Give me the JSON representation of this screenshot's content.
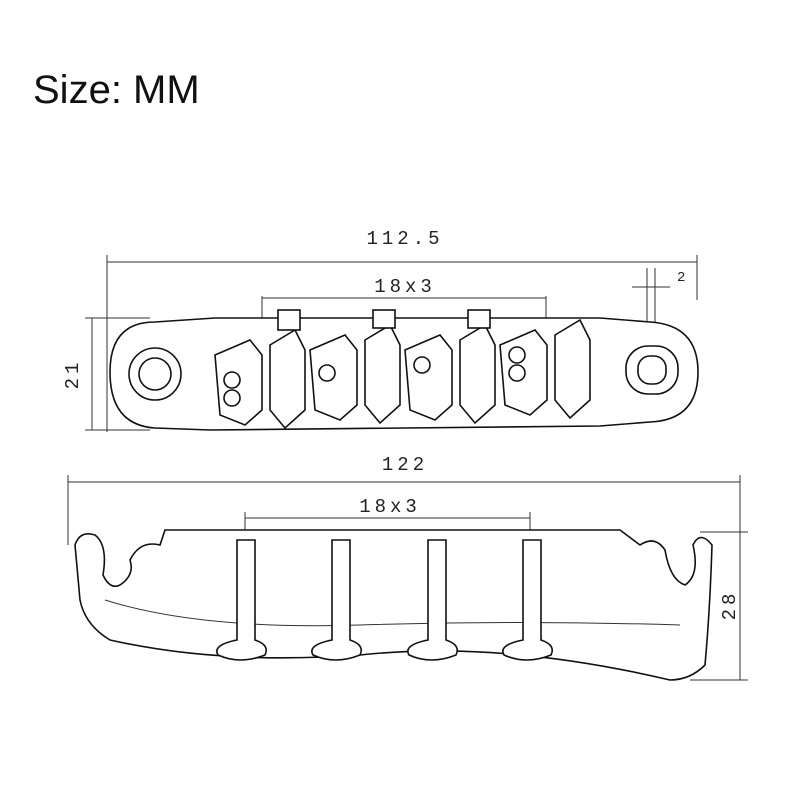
{
  "title": "Size: MM",
  "top_view": {
    "overall_length": "112.5",
    "string_spacing": "18x3",
    "slot_width": "2",
    "height": "21"
  },
  "bottom_view": {
    "overall_length": "122",
    "string_spacing": "18x3",
    "height": "28"
  }
}
